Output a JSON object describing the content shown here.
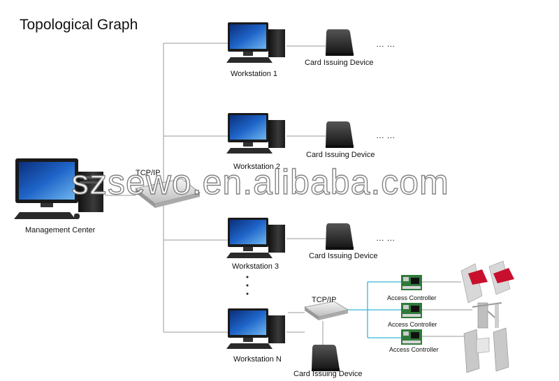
{
  "title": "Topological Graph",
  "nodes": {
    "management_center": "Management Center",
    "tcp_ip_main": "TCP/IP",
    "tcp_ip_sub": "TCP/IP",
    "workstations": [
      "Workstation 1",
      "Workstation 2",
      "Workstation 3",
      "Workstation N"
    ],
    "card_issuing_devices": [
      "Card Issuing Device",
      "Card Issuing Device",
      "Card Issuing Device",
      "Card Issuing Device"
    ],
    "ellipsis": [
      "… …",
      "… …",
      "… …"
    ],
    "access_controllers": [
      "Access Controller",
      "Access Controller",
      "Access Controller"
    ]
  },
  "watermark": "szsewo.en.alibaba.com",
  "colors": {
    "line": "#9a9a9a",
    "cyan_line": "#35b6d8",
    "screen_blue": "#1e64c8",
    "device_dark": "#2b2b2b",
    "turnstile_red": "#c8102e"
  }
}
